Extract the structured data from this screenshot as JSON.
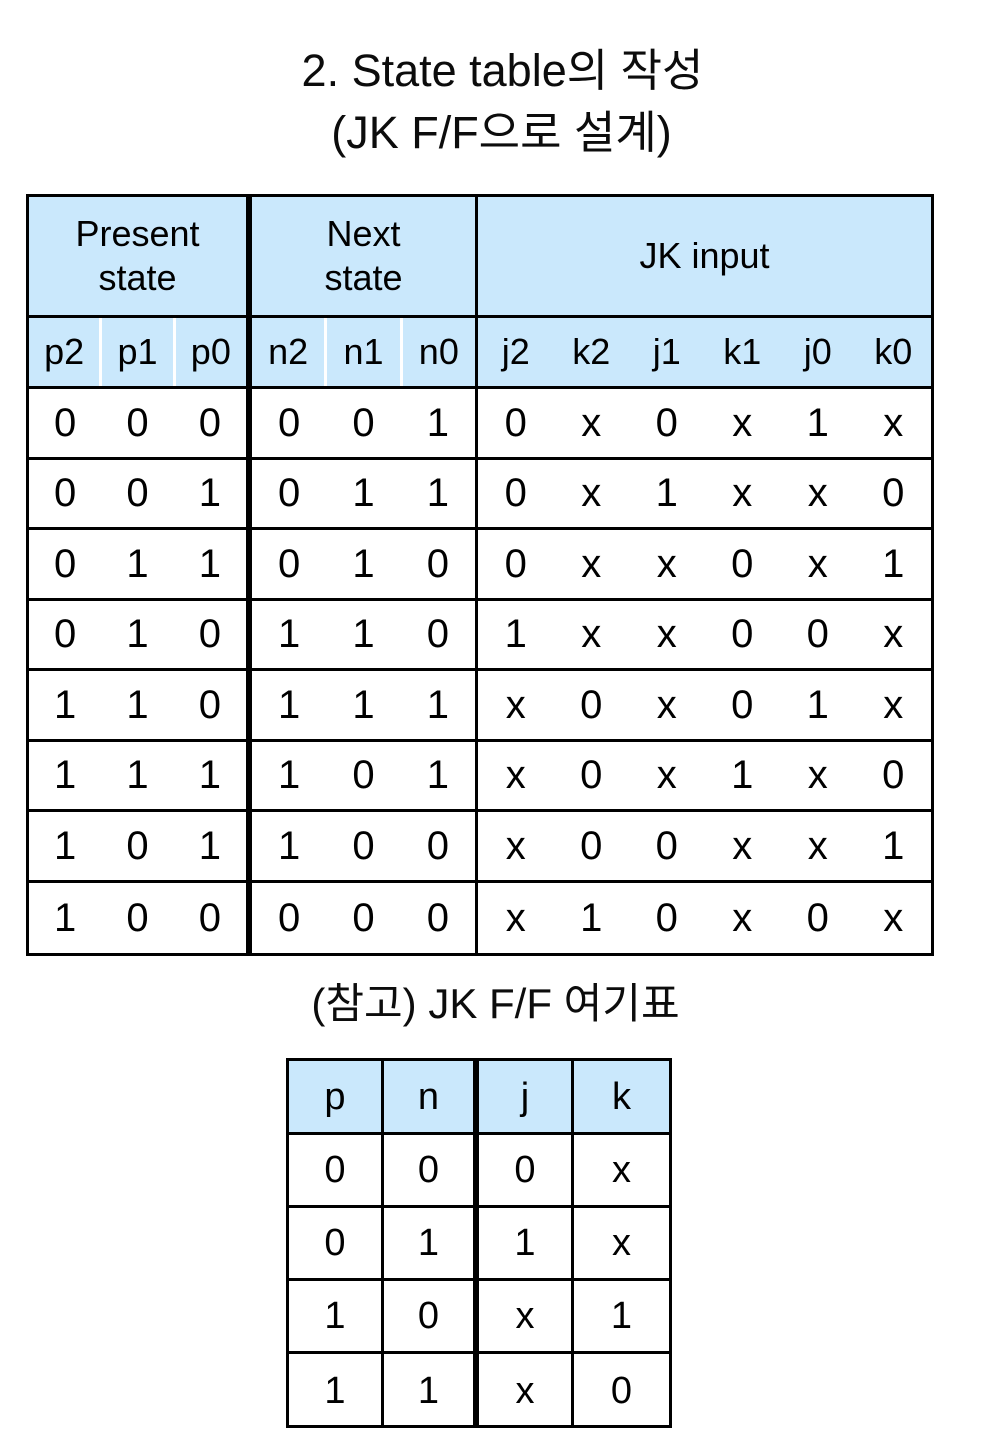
{
  "title": {
    "line1": "2. State table의 작성",
    "line2": "(JK F/F으로 설계)"
  },
  "colors": {
    "header_fill": "#cae8fc",
    "border": "#000000",
    "background": "#ffffff",
    "text": "#0c0c0c"
  },
  "state_table": {
    "group_headers": [
      {
        "label": "Present\nstate",
        "line1": "Present",
        "line2": "state",
        "span": 3
      },
      {
        "label": "Next\nstate",
        "line1": "Next",
        "line2": "state",
        "span": 3
      },
      {
        "label": "JK input",
        "line1": "JK input",
        "line2": "",
        "span": 6
      }
    ],
    "sub_headers": {
      "present": [
        "p2",
        "p1",
        "p0"
      ],
      "next": [
        "n2",
        "n1",
        "n0"
      ],
      "jk": [
        "j2",
        "k2",
        "j1",
        "k1",
        "j0",
        "k0"
      ]
    },
    "rows": [
      {
        "present": [
          "0",
          "0",
          "0"
        ],
        "next": [
          "0",
          "0",
          "1"
        ],
        "jk": [
          "0",
          "x",
          "0",
          "x",
          "1",
          "x"
        ]
      },
      {
        "present": [
          "0",
          "0",
          "1"
        ],
        "next": [
          "0",
          "1",
          "1"
        ],
        "jk": [
          "0",
          "x",
          "1",
          "x",
          "x",
          "0"
        ]
      },
      {
        "present": [
          "0",
          "1",
          "1"
        ],
        "next": [
          "0",
          "1",
          "0"
        ],
        "jk": [
          "0",
          "x",
          "x",
          "0",
          "x",
          "1"
        ]
      },
      {
        "present": [
          "0",
          "1",
          "0"
        ],
        "next": [
          "1",
          "1",
          "0"
        ],
        "jk": [
          "1",
          "x",
          "x",
          "0",
          "0",
          "x"
        ]
      },
      {
        "present": [
          "1",
          "1",
          "0"
        ],
        "next": [
          "1",
          "1",
          "1"
        ],
        "jk": [
          "x",
          "0",
          "x",
          "0",
          "1",
          "x"
        ]
      },
      {
        "present": [
          "1",
          "1",
          "1"
        ],
        "next": [
          "1",
          "0",
          "1"
        ],
        "jk": [
          "x",
          "0",
          "x",
          "1",
          "x",
          "0"
        ]
      },
      {
        "present": [
          "1",
          "0",
          "1"
        ],
        "next": [
          "1",
          "0",
          "0"
        ],
        "jk": [
          "x",
          "0",
          "0",
          "x",
          "x",
          "1"
        ]
      },
      {
        "present": [
          "1",
          "0",
          "0"
        ],
        "next": [
          "0",
          "0",
          "0"
        ],
        "jk": [
          "x",
          "1",
          "0",
          "x",
          "0",
          "x"
        ]
      }
    ]
  },
  "excitation": {
    "caption": "(참고) JK F/F 여기표",
    "headers": [
      "p",
      "n",
      "j",
      "k"
    ],
    "rows": [
      [
        "0",
        "0",
        "0",
        "x"
      ],
      [
        "0",
        "1",
        "1",
        "x"
      ],
      [
        "1",
        "0",
        "x",
        "1"
      ],
      [
        "1",
        "1",
        "x",
        "0"
      ]
    ]
  }
}
